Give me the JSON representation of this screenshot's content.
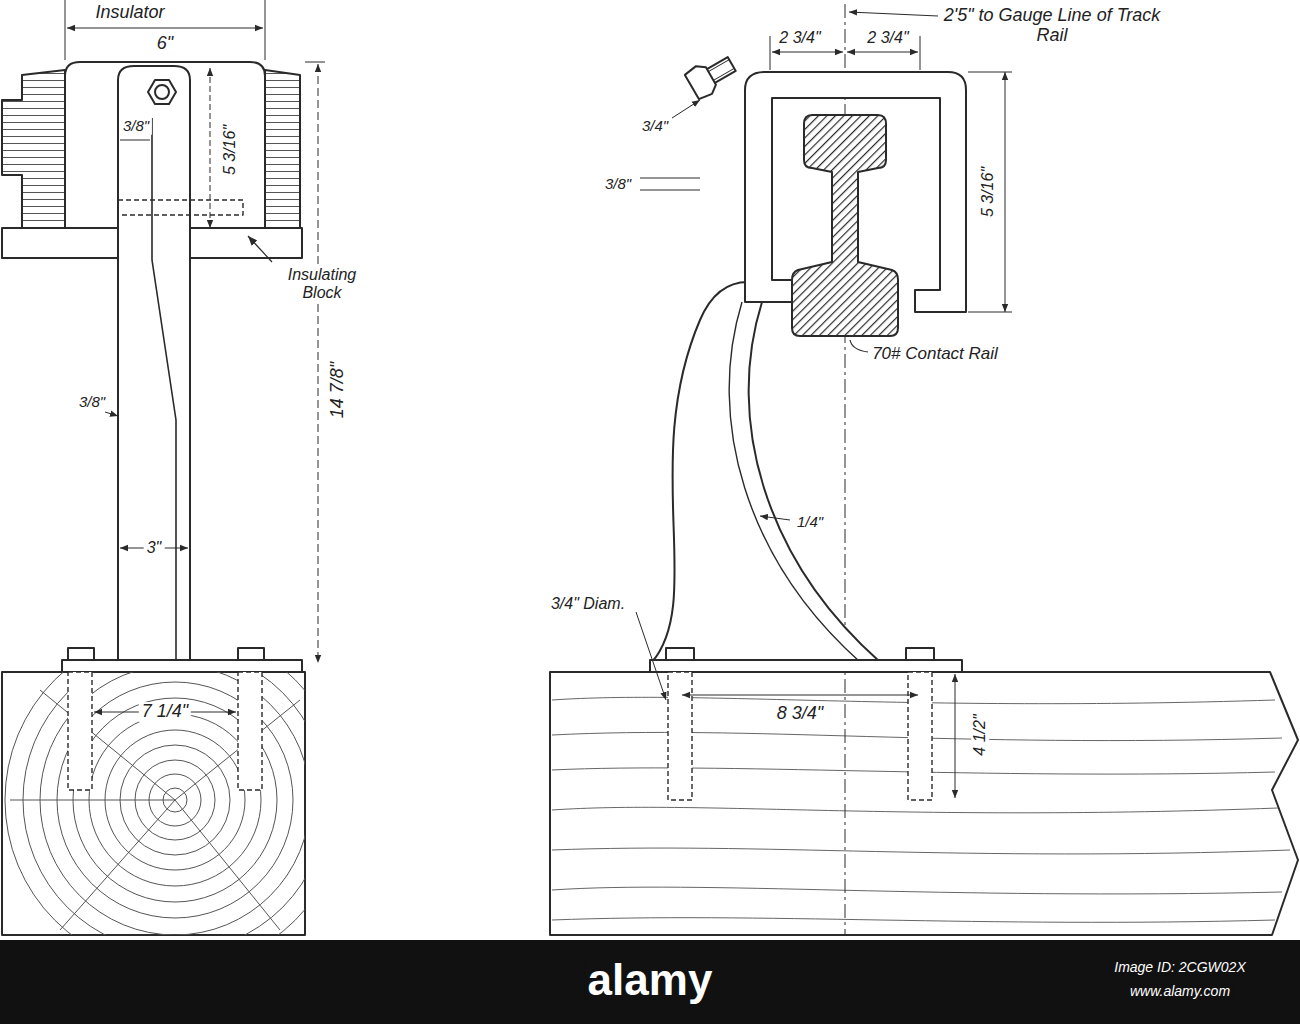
{
  "diagram": {
    "labels": [
      "Insulator",
      "6\"",
      "3/8\"",
      "5 3/16\"",
      "Insulating Block",
      "3/8\"",
      "14 7/8\"",
      "3\"",
      "7 1/4\"",
      "2'5\" to Gauge Line of Track Rail",
      "2 3/4\"",
      "2 3/4\"",
      "3/4\"",
      "3/8\"",
      "5 3/16\"",
      "70# Contact Rail",
      "1/4\"",
      "3/4\" Diam.",
      "8 3/4\"",
      "4 1/2\"",
      "alamy",
      "Image ID: 2CGW02X",
      "www.alamy.com"
    ]
  }
}
